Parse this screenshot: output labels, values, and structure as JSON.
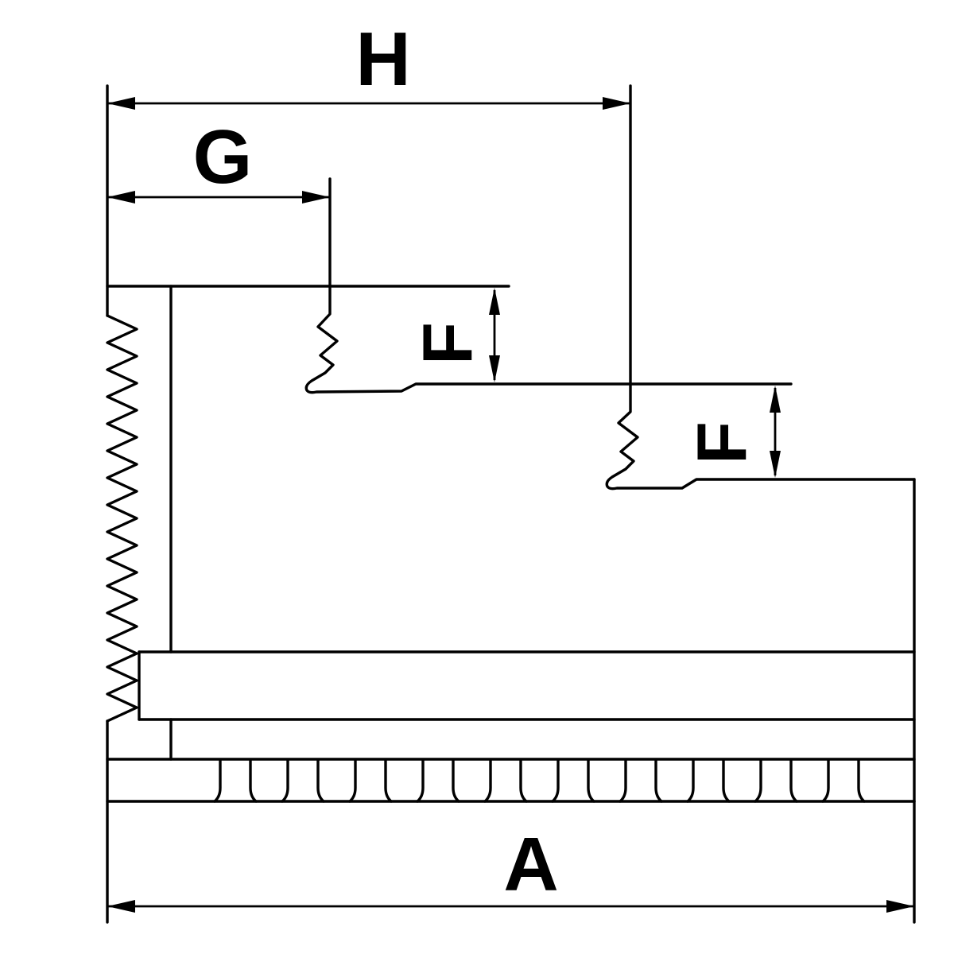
{
  "drawing": {
    "type": "technical-drawing",
    "background_color": "#ffffff",
    "line_color": "#000000",
    "labels": {
      "overall_height_top": "H",
      "step_width_top": "G",
      "step_height_upper": "F",
      "step_height_lower": "F",
      "overall_width_bottom": "A"
    }
  }
}
